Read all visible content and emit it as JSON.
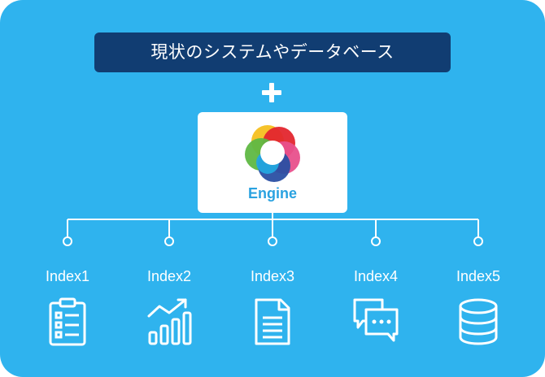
{
  "banner": {
    "text": "現状のシステムやデータベース"
  },
  "engine": {
    "label": "Engine"
  },
  "indexes": [
    {
      "label": "Index1",
      "icon": "clipboard-checklist-icon"
    },
    {
      "label": "Index2",
      "icon": "growth-chart-icon"
    },
    {
      "label": "Index3",
      "icon": "document-icon"
    },
    {
      "label": "Index4",
      "icon": "chat-bubbles-icon"
    },
    {
      "label": "Index5",
      "icon": "database-icon"
    }
  ],
  "colors": {
    "background": "#2fb3ee",
    "banner": "#113d72",
    "engine_text": "#2aa2e0",
    "white": "#ffffff"
  }
}
